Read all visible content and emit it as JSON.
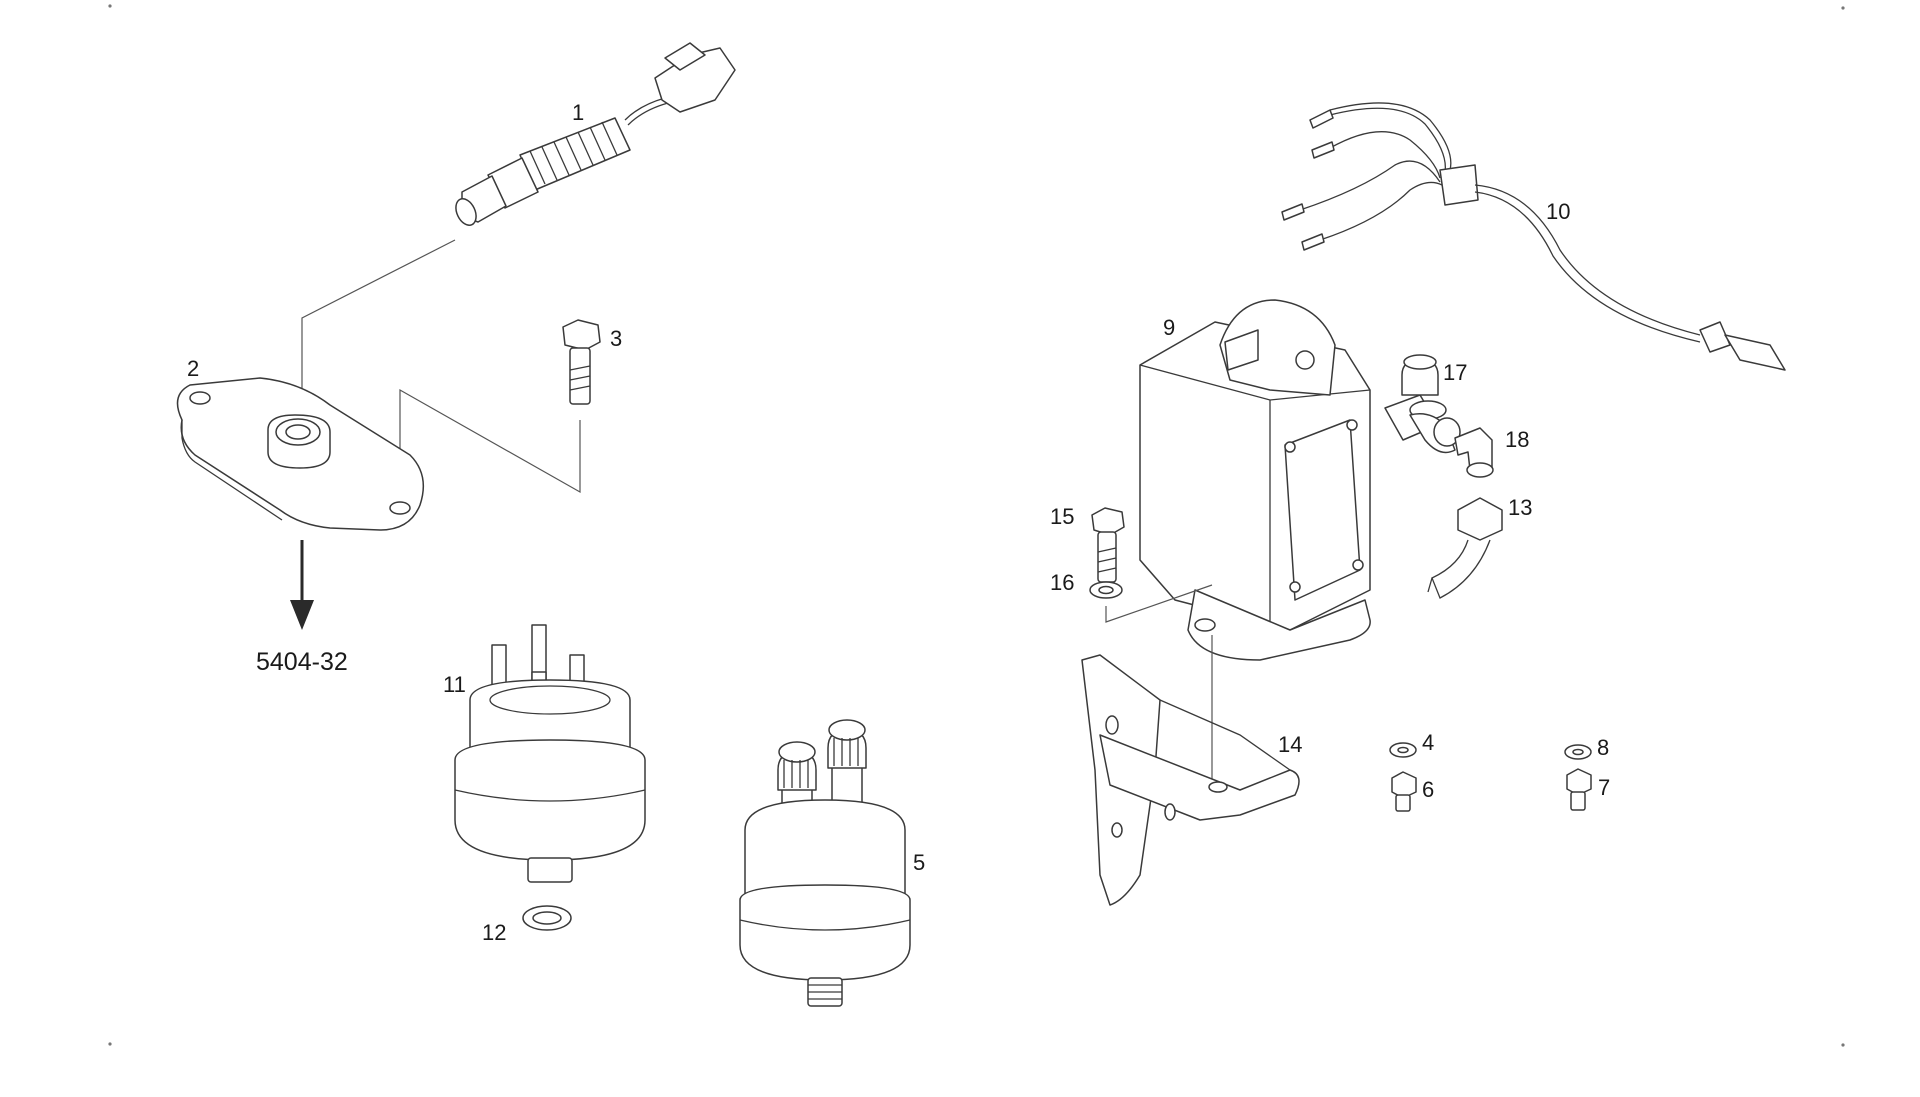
{
  "labels": {
    "p1": "1",
    "p2": "2",
    "p3": "3",
    "p4": "4",
    "p5": "5",
    "p6": "6",
    "p7": "7",
    "p8": "8",
    "p9": "9",
    "p10": "10",
    "p11": "11",
    "p12": "12",
    "p13": "13",
    "p14": "14",
    "p15": "15",
    "p16": "16",
    "p17": "17",
    "p18": "18"
  },
  "reference": "5404-32"
}
